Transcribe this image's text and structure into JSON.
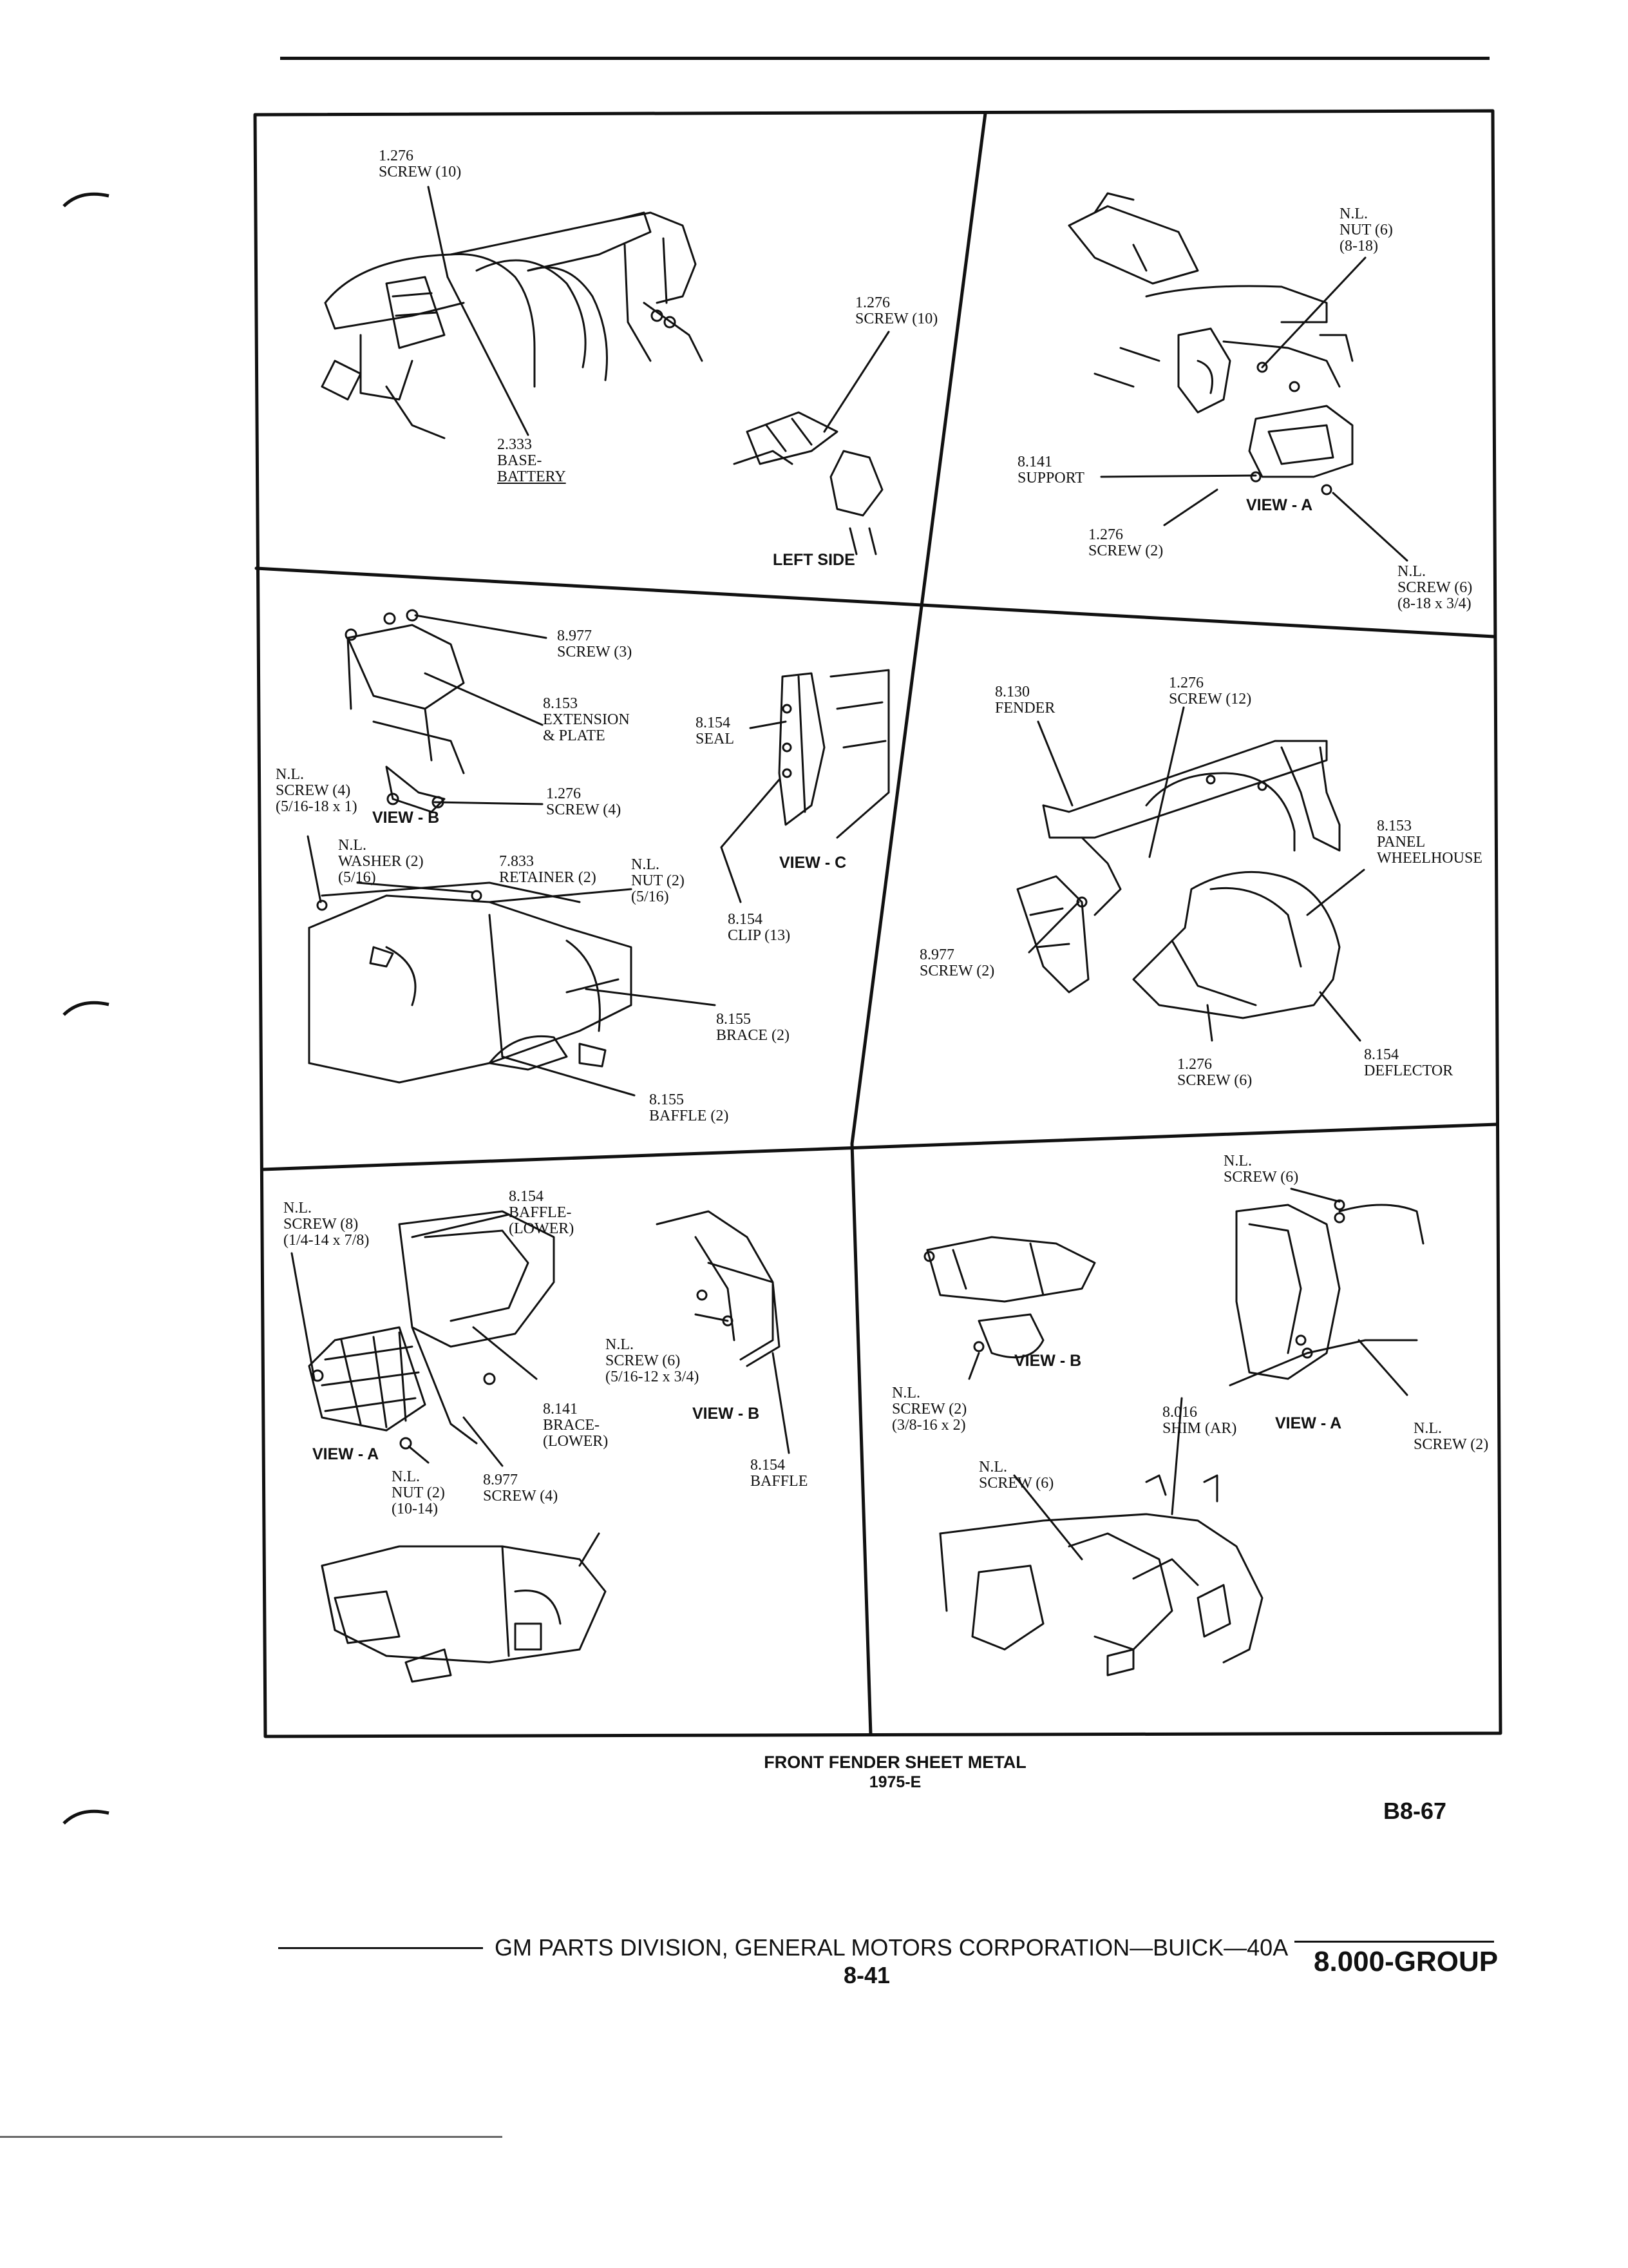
{
  "panel1": {
    "screw10_top": "1.276\nSCREW (10)",
    "screw10_mid": "1.276\nSCREW (10)",
    "base_battery_num": "2.333",
    "base_battery_a": "BASE-",
    "base_battery_b": "BATTERY",
    "view": "LEFT SIDE"
  },
  "panel2": {
    "nut": "N.L.\nNUT (6)\n(8-18)",
    "support": "8.141\nSUPPORT",
    "screw2": "1.276\nSCREW (2)",
    "screw6": "N.L.\nSCREW (6)\n(8-18 x 3/4)",
    "view": "VIEW - A"
  },
  "panel3": {
    "screw3": "8.977\nSCREW (3)",
    "extension": "8.153\nEXTENSION\n& PLATE",
    "seal": "8.154\nSEAL",
    "nl_screw4": "N.L.\nSCREW (4)\n(5/16-18 x 1)",
    "screw4": "1.276\nSCREW (4)",
    "view_b": "VIEW - B",
    "view_c": "VIEW - C",
    "washer": "N.L.\nWASHER (2)\n(5/16)",
    "retainer": "7.833\nRETAINER (2)",
    "nut2": "N.L.\nNUT (2)\n(5/16)",
    "clip": "8.154\nCLIP (13)",
    "brace": "8.155\nBRACE (2)",
    "baffle": "8.155\nBAFFLE (2)"
  },
  "panel4": {
    "fender": "8.130\nFENDER",
    "screw12": "1.276\nSCREW (12)",
    "wheelhouse": "8.153\nPANEL\nWHEELHOUSE",
    "screw2": "8.977\nSCREW (2)",
    "screw6": "1.276\nSCREW (6)",
    "deflector": "8.154\nDEFLECTOR"
  },
  "panel5": {
    "nl_screw8": "N.L.\nSCREW (8)\n(1/4-14 x 7/8)",
    "baffle_lower": "8.154\nBAFFLE-\n(LOWER)",
    "nl_screw6": "N.L.\nSCREW (6)\n(5/16-12 x 3/4)",
    "brace_lower": "8.141\nBRACE-\n(LOWER)",
    "view_b": "VIEW - B",
    "view_a": "VIEW - A",
    "nut2": "N.L.\nNUT (2)\n(10-14)",
    "screw4": "8.977\nSCREW (4)",
    "baffle": "8.154\nBAFFLE"
  },
  "panel6": {
    "screw6_top": "N.L.\nSCREW (6)",
    "view_b": "VIEW - B",
    "screw2_left": "N.L.\nSCREW (2)\n(3/8-16 x 2)",
    "shim": "8.016\nSHIM (AR)",
    "view_a": "VIEW - A",
    "screw2_right": "N.L.\nSCREW (2)",
    "screw6_bottom": "N.L.\nSCREW (6)"
  },
  "caption": {
    "title": "FRONT FENDER SHEET METAL",
    "subtitle": "1975-E"
  },
  "figure_id": "B8-67",
  "footer": {
    "text": "GM PARTS DIVISION, GENERAL MOTORS CORPORATION—BUICK—40A",
    "page": "8-41",
    "group": "8.000-GROUP"
  }
}
